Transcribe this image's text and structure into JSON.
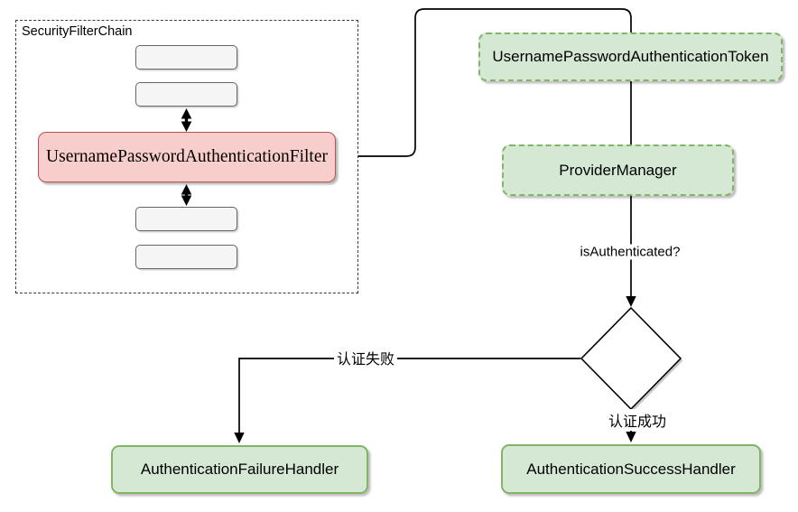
{
  "security_filter_chain": {
    "label": "SecurityFilterChain",
    "filter": "UsernamePasswordAuthenticationFilter"
  },
  "nodes": {
    "token": "UsernamePasswordAuthenticationToken",
    "provider_manager": "ProviderManager",
    "failure_handler": "AuthenticationFailureHandler",
    "success_handler": "AuthenticationSuccessHandler"
  },
  "edge_labels": {
    "decision": "isAuthenticated?",
    "failure": "认证失败",
    "success": "认证成功"
  },
  "colors": {
    "green_fill": "#d5e8d4",
    "green_border": "#82b366",
    "red_fill": "#f8cecc",
    "red_border": "#b85450",
    "gray_fill": "#f5f5f5",
    "gray_border": "#666666",
    "line": "#000000"
  }
}
